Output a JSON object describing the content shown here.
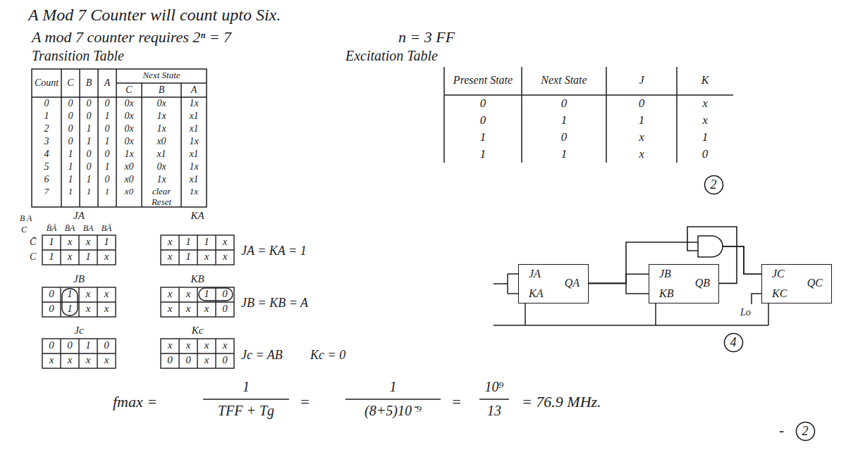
{
  "diagram": {
    "nodes": [
      {
        "text": [
          "2"
        ]
      },
      {
        "text": [
          "JA",
          "QA",
          "KA"
        ]
      },
      {
        "text": [
          "JB",
          "QB",
          "KB"
        ]
      },
      {
        "text": [
          "JC",
          "QC",
          "KC"
        ]
      },
      {
        "text": [
          "4"
        ]
      },
      {
        "text": [
          "2"
        ]
      }
    ],
    "edges": [
      {
        "from": 1,
        "to": 2,
        "arrow": "none"
      },
      {
        "from": 1,
        "to": 3,
        "arrow": "none"
      },
      {
        "from": 2,
        "to": 3,
        "arrow": "none"
      }
    ],
    "labels": [
      "A Mod 7 Counter will count upto Six.",
      "A mod 7 counter requires 2ⁿ = 7",
      "n = 3 FF",
      "Transition Table",
      "Excitation Table",
      "Next State",
      "Count",
      "C",
      "B",
      "A",
      "C",
      "B",
      "A",
      "0",
      "0",
      "0",
      "0",
      "0x",
      "0x",
      "1x",
      "1",
      "0",
      "0",
      "1",
      "0x",
      "1x",
      "x1",
      "2",
      "0",
      "1",
      "0",
      "0x",
      "1x",
      "x1",
      "3",
      "0",
      "1",
      "1",
      "0x",
      "x0",
      "1x",
      "4",
      "1",
      "0",
      "0",
      "1x",
      "x1",
      "x1",
      "5",
      "1",
      "0",
      "1",
      "x0",
      "0x",
      "1x",
      "6",
      "1",
      "1",
      "0",
      "x0",
      "1x",
      "x1",
      "7",
      "1",
      "1",
      "1",
      "x0",
      "clear Reset",
      "1x",
      "Present State",
      "Next State",
      "J",
      "K",
      "0",
      "0",
      "0",
      "x",
      "0",
      "1",
      "1",
      "x",
      "1",
      "0",
      "x",
      "1",
      "1",
      "1",
      "x",
      "0",
      "B A",
      "JA",
      "KA",
      "C",
      "B̄Ā",
      "B̄A",
      "BA",
      "BĀ",
      "C̄",
      "C",
      "1",
      "x",
      "x",
      "1",
      "1",
      "x",
      "1",
      "x",
      "x",
      "1",
      "1",
      "x",
      "x",
      "1",
      "x",
      "x",
      "JA = KA = 1",
      "JB",
      "KB",
      "0",
      "1",
      "x",
      "x",
      "0",
      "1",
      "x",
      "x",
      "x",
      "x",
      "1",
      "0",
      "x",
      "x",
      "x",
      "0",
      "JB = KB = A",
      "Jc",
      "Kc",
      "0",
      "0",
      "1",
      "0",
      "x",
      "x",
      "x",
      "x",
      "x",
      "x",
      "x",
      "x",
      "0",
      "0",
      "x",
      "0",
      "Jc = AB",
      "Kc = 0",
      "Lo",
      "fmax =",
      "1",
      "TFF + Tg",
      "=",
      "1",
      "(8+5)10⁻⁹",
      "=",
      "10⁹",
      "13",
      "= 76.9 MHz.",
      "-"
    ]
  }
}
